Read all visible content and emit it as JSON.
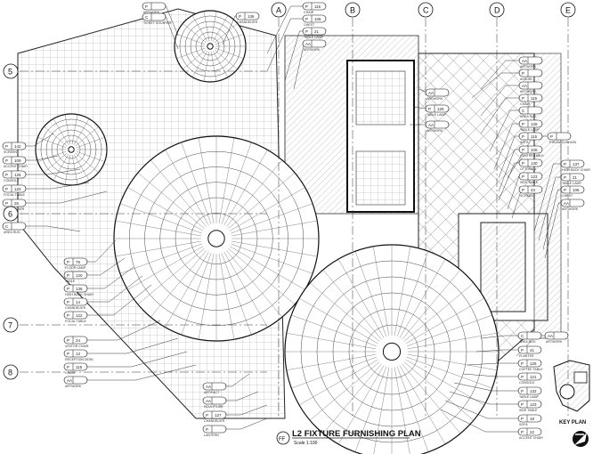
{
  "title": {
    "tag": "FF",
    "text": "L2 FIXTURE FURNISHING PLAN",
    "scale": "Scale 1:100"
  },
  "key_plan_label": "KEY PLAN",
  "grid_columns": [
    "A",
    "B",
    "C",
    "D",
    "E"
  ],
  "grid_rows": [
    "5",
    "6",
    "7",
    "8"
  ],
  "tags": [
    {
      "code": "P",
      "num": "",
      "label": "ARTWORK"
    },
    {
      "code": "C",
      "num": "",
      "label": "TICKET COUNTER"
    },
    {
      "code": "P",
      "num": "136",
      "label": "CHANDELIER"
    },
    {
      "code": "P",
      "num": "115",
      "label": "CHAIR"
    },
    {
      "code": "P",
      "num": "106",
      "label": "CHEST"
    },
    {
      "code": "P",
      "num": "21",
      "label": "TABLE LAMP"
    },
    {
      "code": "AA",
      "num": "",
      "label": "ARTWORK"
    },
    {
      "code": "AA",
      "num": "",
      "label": "ARTWORK"
    },
    {
      "code": "P",
      "num": "",
      "label": "ASSUM"
    },
    {
      "code": "AA",
      "num": "",
      "label": "ARTWORK"
    },
    {
      "code": "P",
      "num": "115",
      "label": "CHAIR"
    },
    {
      "code": "C",
      "num": "",
      "label": "AREA RUG"
    },
    {
      "code": "P",
      "num": "126",
      "label": "TABLE LAMP"
    },
    {
      "code": "P",
      "num": "115",
      "label": "SOFA"
    },
    {
      "code": "P",
      "num": "",
      "label": "THROW CUSHION"
    },
    {
      "code": "P",
      "num": "106",
      "label": "CENTRE TABLE"
    },
    {
      "code": "P",
      "num": "130",
      "label": "OTTOMAN"
    },
    {
      "code": "P",
      "num": "123",
      "label": "SIDE TABLE"
    },
    {
      "code": "P",
      "num": "43",
      "label": "SCREEN"
    },
    {
      "code": "P",
      "num": "137",
      "label": "HIGH BACK CHAIR"
    },
    {
      "code": "P",
      "num": "21",
      "label": "TABLE LAMP"
    },
    {
      "code": "P",
      "num": "106",
      "label": "CHEST"
    },
    {
      "code": "AA",
      "num": "",
      "label": "ARTWORK"
    },
    {
      "code": "P",
      "num": "142",
      "label": "SCREEN"
    },
    {
      "code": "P",
      "num": "109",
      "label": "ACCENT CHAIR"
    },
    {
      "code": "P",
      "num": "125",
      "label": "CONSOLE"
    },
    {
      "code": "P",
      "num": "120",
      "label": "FOCAL TABLE"
    },
    {
      "code": "P",
      "num": "26",
      "label": "CHANDELIER"
    },
    {
      "code": "C",
      "num": "",
      "label": "AREA RUG"
    },
    {
      "code": "P",
      "num": "75",
      "label": "FLOOR LAMP"
    },
    {
      "code": "P",
      "num": "120",
      "label": "TABLE"
    },
    {
      "code": "P",
      "num": "136",
      "label": "HIGH BACK CHAIR"
    },
    {
      "code": "P",
      "num": "14",
      "label": "CHANDELIER"
    },
    {
      "code": "P",
      "num": "122",
      "label": "FOCAL TABLE"
    },
    {
      "code": "P",
      "num": "24",
      "label": "VISITOR CHAIR"
    },
    {
      "code": "P",
      "num": "13",
      "label": "RECEPTION DESK"
    },
    {
      "code": "P",
      "num": "115",
      "label": "CHAIR"
    },
    {
      "code": "AA",
      "num": "",
      "label": "ARTWORK"
    },
    {
      "code": "AA",
      "num": "",
      "label": "ARTIFACT"
    },
    {
      "code": "AA",
      "num": "",
      "label": "SCULPTURE"
    },
    {
      "code": "P",
      "num": "127",
      "label": "CHANDELIER"
    },
    {
      "code": "P",
      "num": "",
      "label": "LANTERN"
    },
    {
      "code": "C",
      "num": "",
      "label": "AREA RUG"
    },
    {
      "code": "AA",
      "num": "",
      "label": "ARTWORK"
    },
    {
      "code": "P",
      "num": "41",
      "label": "PLANTER"
    },
    {
      "code": "P",
      "num": "125",
      "label": "COFFEE TABLE"
    },
    {
      "code": "P",
      "num": "121",
      "label": "CONSOLE"
    },
    {
      "code": "P",
      "num": "132",
      "label": "TABLE LAMP"
    },
    {
      "code": "P",
      "num": "123",
      "label": "SIDE TABLE"
    },
    {
      "code": "P",
      "num": "18",
      "label": "SOFA"
    },
    {
      "code": "P",
      "num": "22",
      "label": "ACCENT CHAIR"
    },
    {
      "code": "AA",
      "num": "",
      "label": "ARTWORK"
    },
    {
      "code": "P",
      "num": "126",
      "label": "TABLE LAMP"
    },
    {
      "code": "AA",
      "num": "",
      "label": "ARTWORK"
    }
  ]
}
